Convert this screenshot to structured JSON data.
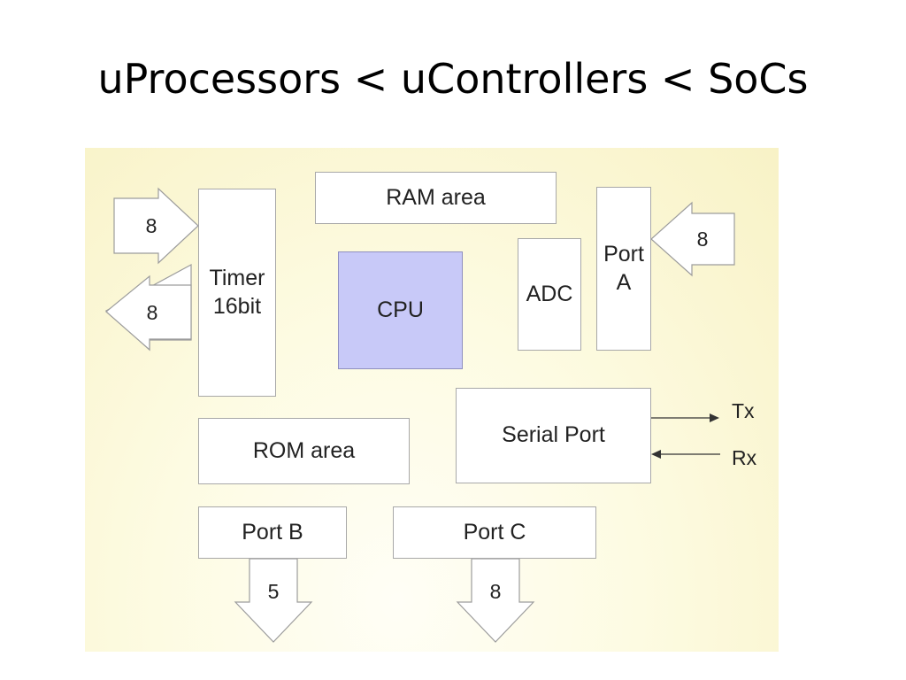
{
  "title": "uProcessors < uControllers < SoCs",
  "blocks": {
    "timer_line1": "Timer",
    "timer_line2": "16bit",
    "ram": "RAM area",
    "cpu": "CPU",
    "adc": "ADC",
    "porta_line1": "Port",
    "porta_line2": "A",
    "serial": "Serial Port",
    "rom": "ROM area",
    "portb": "Port B",
    "portc": "Port C"
  },
  "arrows": {
    "timer_in": "8",
    "timer_out": "8",
    "porta_in": "8",
    "portb_out": "5",
    "portc_out": "8"
  },
  "signals": {
    "tx": "Tx",
    "rx": "Rx"
  },
  "colors": {
    "cpu_fill": "#c8c9f8",
    "background": "#fdfbe2"
  }
}
